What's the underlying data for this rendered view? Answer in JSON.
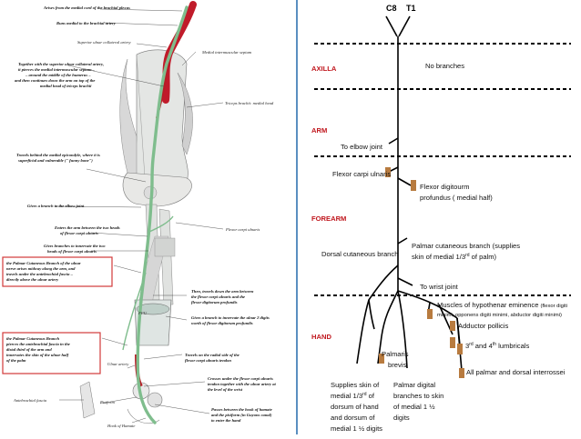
{
  "left_panel": {
    "annotations": {
      "a1": "Arises from the medial cord of the brachial plexus",
      "a2": "Runs medial to the brachial artery",
      "a3": "Superior ulnar collateral artery",
      "a4": "Medial intermuscular septum",
      "a5": [
        "Together with the superior ulnar collateral artery,",
        "it pierces the medial intermuscular septum –",
        "– around the middle of the humerus –",
        "and then continues down the arm on top of the",
        "medial head of triceps brachii"
      ],
      "a6": "Triceps brachii: medial head",
      "a7": [
        "Travels behind the medial epicondyle, where it is",
        "superficial and vulnerable (\" funny bone\")"
      ],
      "a8": "Gives a branch to the elbow joint",
      "a9": "Flexor carpi ulnaris",
      "a10": [
        "Enters the arm between the two heads",
        "of flexor carpi ulnaris"
      ],
      "a11": [
        "Gives branches to innervate the two",
        "heads of flexor carpi ulnaris"
      ],
      "a12": [
        "the Palmar Cutaneous Branch of the ulnar",
        "nerve arises midway along the arm, and",
        "travels under the antebrachial fascia –",
        "directly above the ulnar artery"
      ],
      "a13": [
        "Then, travels down the arm between",
        "the flexor carpi ulnaris and the",
        "flexor digitorum profundis"
      ],
      "a14": "FCU",
      "a15": [
        "Gives a branch to innervate the ulnar 2 digits",
        "worth of flexor digitorum profundis"
      ],
      "a16": [
        "the Palmar Cutaneous Branch",
        "pierces the antebrachial fascia in the",
        "distal third of the arm and",
        "innervates the skin of the ulnar half",
        "of the palm"
      ],
      "a17": "Ulnar artery",
      "a18": [
        "Travels on the radial side of the",
        "flexor carpi ulnaris tendon"
      ],
      "a19": [
        "Crosses under the flexor carpi ulnaris",
        "tendon together with the ulnar artery at",
        "the level of the wrist"
      ],
      "a20": "Antebrachial fascia",
      "a21": "Pisiform",
      "a22": [
        "Passes between the hook of hamate",
        "and the pisiform (in Guyons canal)",
        "to enter the hand"
      ],
      "a23": "Hook of Hamate"
    }
  },
  "right_panel": {
    "roots": [
      "C8",
      "T1"
    ],
    "regions": [
      "AXILLA",
      "ARM",
      "FOREARM",
      "HAND"
    ],
    "labels": {
      "no_branches": "No branches",
      "elbow_joint": "To elbow joint",
      "fcu": "Flexor carpi ulnaris",
      "fdp": [
        "Flexor digitourm",
        "profundus ( medial half)"
      ],
      "dorsal_cutaneous": "Dorsal cutaneous branch",
      "palmar_cutaneous": [
        "Palmar cutaneous branch (supplies",
        "skin  of medial 1/3",
        "rd",
        " of palm)"
      ],
      "wrist_joint": "To wrist joint",
      "hypothenar": [
        "Muscles of hypothenar eminence",
        "(flexor digiti",
        "minimi, opponens digiti minimi, abductor digiti minimi)"
      ],
      "adductor": "Adductor pollicis",
      "lumbricals": [
        "3",
        "rd",
        " and 4",
        "th",
        " lumbricals"
      ],
      "interossei": [
        "All palmar and dorsal interrossei"
      ],
      "palmaris_brevis": [
        "Palmaris",
        "brevis"
      ],
      "supplies_skin": [
        "Supplies skin of",
        "medial 1/3",
        "rd",
        " of",
        "dorsum of hand",
        "and dorsum of",
        "medial 1 ½ digits"
      ],
      "palmar_digital": [
        "Palmar digital",
        "branches to skin",
        "of medial 1 ½",
        "digits"
      ]
    },
    "colors": {
      "muscle_box": "#b87b3f",
      "region_text": "#c0161d"
    }
  }
}
